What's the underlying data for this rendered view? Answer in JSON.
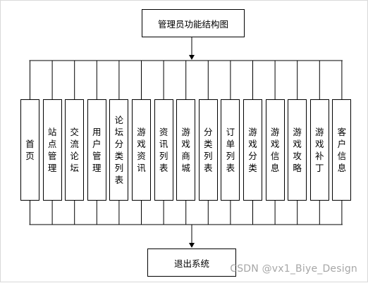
{
  "diagram": {
    "root": "管理员功能结构图",
    "modules": [
      "首页",
      "站点管理",
      "交流论坛",
      "用户管理",
      "论坛分类列表",
      "游戏资讯",
      "资讯列表",
      "游戏商城",
      "分类列表",
      "订单列表",
      "游戏分类",
      "游戏信息",
      "游戏攻略",
      "游戏补丁",
      "客户信息"
    ],
    "exit": "退出系统"
  },
  "watermark": "CSDN @vx1_Biye_Design"
}
